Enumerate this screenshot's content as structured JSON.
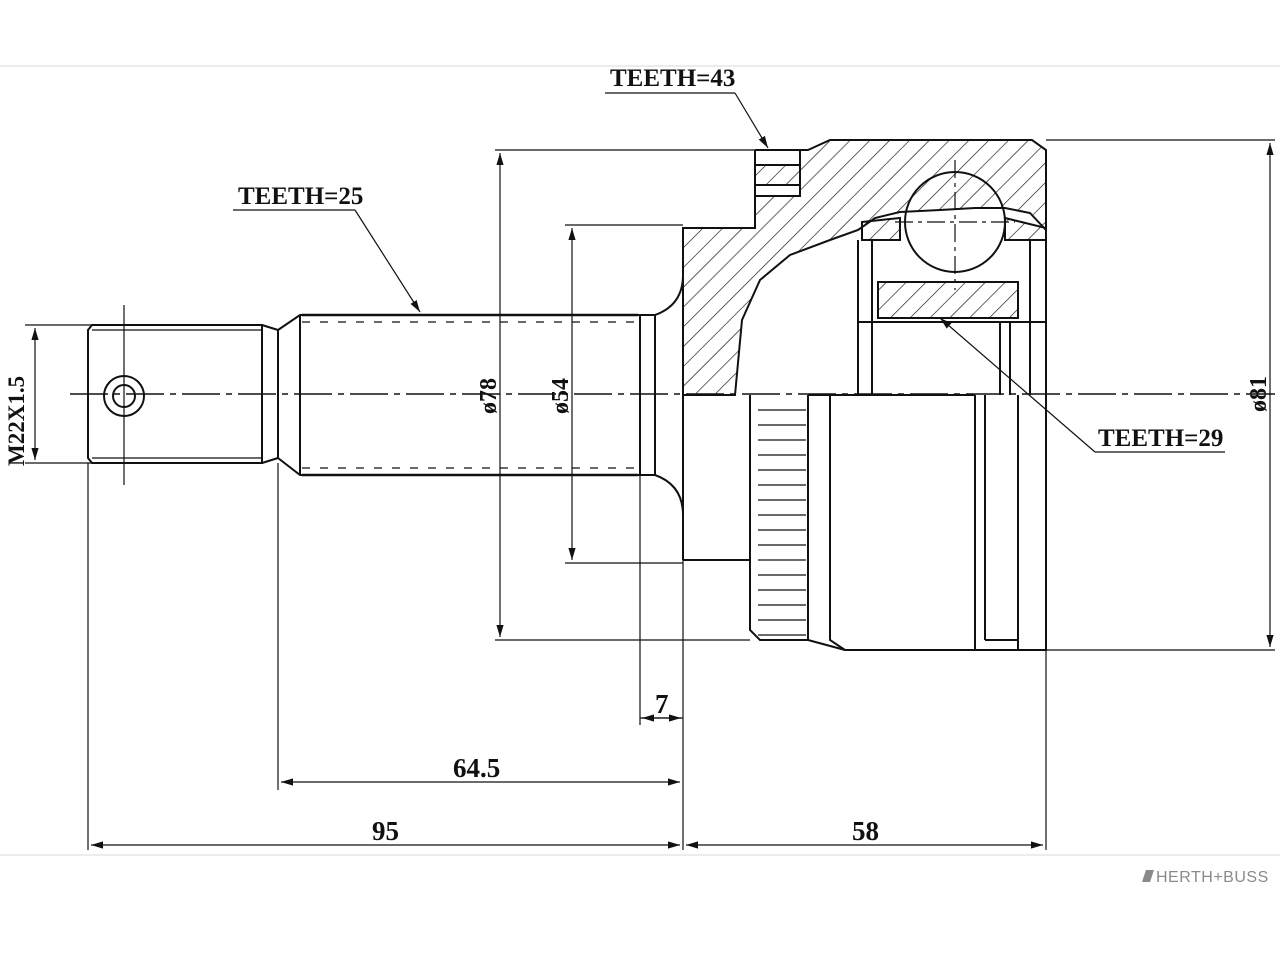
{
  "labels": {
    "teeth_top": "TEETH=43",
    "teeth_shaft": "TEETH=25",
    "teeth_inner": "TEETH=29"
  },
  "dimensions": {
    "thread": "M22X1.5",
    "dia_78": "ø78",
    "dia_54": "ø54",
    "dia_81": "ø81",
    "len_7": "7",
    "len_64_5": "64.5",
    "len_95": "95",
    "len_58": "58"
  },
  "brand": {
    "name": "HERTH+BUSS"
  },
  "colors": {
    "ink": "#111111",
    "frame": "#d9d9d9",
    "brand": "#8a8a8a"
  }
}
